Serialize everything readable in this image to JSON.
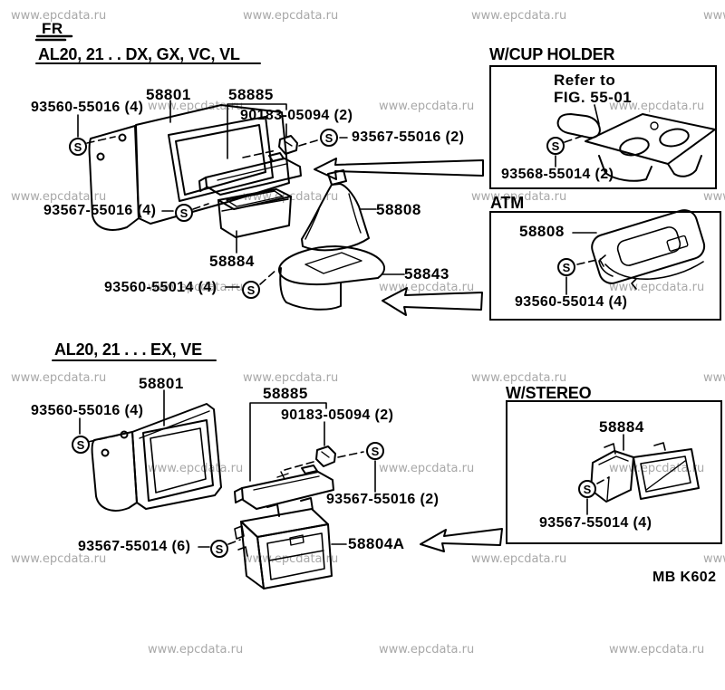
{
  "watermark": {
    "text": "www.epcdata.ru"
  },
  "fr_marker": "FR",
  "screw_symbol": "S",
  "figure_code": "MB K602",
  "sections": {
    "dx": {
      "title": "AL20, 21 . . DX, GX, VC, VL"
    },
    "ex": {
      "title": "AL20, 21 . . . EX, VE"
    }
  },
  "part_numbers": {
    "p58801": "58801",
    "p58885": "58885",
    "p58884": "58884",
    "p58808": "58808",
    "p58843": "58843",
    "p58804a": "58804A"
  },
  "fasteners": {
    "f93560_55016_4": "93560-55016 (4)",
    "f90183_05094_2": "90183-05094 (2)",
    "f93567_55016_2": "93567-55016 (2)",
    "f93567_55016_4": "93567-55016 (4)",
    "f93560_55014_4": "93560-55014 (4)",
    "f93568_55014_2": "93568-55014 (2)",
    "f93567_55014_6": "93567-55014 (6)",
    "f93567_55014_4": "93567-55014 (4)"
  },
  "insets": {
    "cup_holder": {
      "title": "W/CUP HOLDER",
      "note_line1": "Refer to",
      "note_line2": "FIG. 55-01"
    },
    "atm": {
      "title": "ATM"
    },
    "stereo": {
      "title": "W/STEREO"
    }
  }
}
